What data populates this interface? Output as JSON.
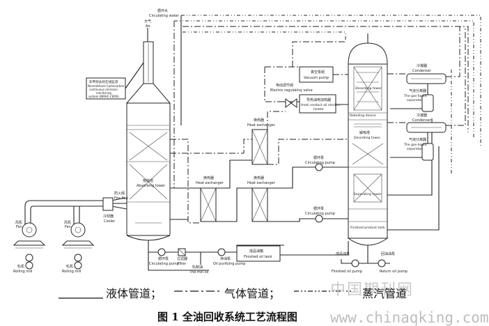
{
  "labels": {
    "circulating_water_cn": "循环水",
    "circulating_water_en": "Circulating water",
    "air_cn": "大气",
    "air_en": "Air",
    "monitor_cn": "非甲烷总烃在线监测",
    "monitor_en1": "Nonmethane hydrocarbon",
    "monitor_en2": "continuous emission",
    "monitor_en3": "monitoring",
    "monitor_en4": "system (NMHC-CEMS)",
    "vacuum_pump_cn": "真空泵组",
    "vacuum_pump_en": "Vacuum pump",
    "reg_valve_cn": "电动调节阀",
    "reg_valve_en": "Electric regulating valve",
    "heater_cn": "导热油电加热器",
    "heater_en1": "Heat conduct oil electric",
    "heater_en2": "heater",
    "desorbing_tower_top_en": "Desorbing tower",
    "hx1_cn": "换热器",
    "hx1_en": "Heat exchanger",
    "hx2_cn": "换热器",
    "hx2_en": "Heat exchanger",
    "hx3_cn": "换热器",
    "hx3_en": "Heat exchanger",
    "circ_pump1_cn": "循环泵",
    "circ_pump1_en": "Circulating pump",
    "circ_pump2_cn": "循环泵",
    "circ_pump2_en": "Circulating pump",
    "circ_pump3_cn": "循环泵",
    "circ_pump3_en": "Circulating pump",
    "absorbing_cn": "吸收塔",
    "absorbing_en": "Absorbing tower",
    "desorbing_mid_cn": "解吸塔",
    "desorbing_mid_en": "Desorbing tower",
    "separating_en": "Separating tower",
    "fire_flap_cn": "防火阀",
    "fire_flap_en": "Fire flap",
    "cooler_cn": "冷却器",
    "cooler_en": "Cooler",
    "fan1_cn": "风机",
    "fan1_en": "Fan",
    "fan2_cn": "风机",
    "fan2_en": "Fan",
    "rolling1_cn": "轧机",
    "rolling1_en": "Rolling mill",
    "rolling2_cn": "轧机",
    "rolling2_en": "Rolling mill",
    "filter_cn": "过滤器",
    "filter_en": "Filter",
    "thin_mill_oil_cn": "轧制油",
    "thin_mill_oil_en": "The mill oil",
    "oil_purifying_pump_cn": "净油泵",
    "oil_purifying_pump_en": "Oil purifying pump",
    "finished_tank_cn": "成品油箱",
    "finished_tank_en": "Finished oil tank",
    "finished_pump_cn": "成品油泵",
    "finished_pump_en": "Finished oil pump",
    "return_pump_cn": "回油油泵",
    "return_pump_en": "Return oil pump",
    "finished_tower_en": "Finished product tank",
    "condenser1_cn": "冷凝器",
    "condenser1_en": "Condenser",
    "condenser2_cn": "冷凝器",
    "condenser2_en": "Condenser",
    "separator1_cn": "气液分离器",
    "separator1_en1": "The gas-liquid",
    "separator1_en2": "separator",
    "separator2_cn": "气液分离器",
    "separator2_en1": "The gas-liquid",
    "separator2_en2": "separator",
    "reboiling_en": "Reboiling device"
  },
  "legend": {
    "liquid": "液体管道；",
    "gas": "气体管道；",
    "steam": "蒸汽管道"
  },
  "caption": "图 1  全油回收系统工艺流程图",
  "watermark": {
    "cn": "中国期刊网",
    "en": "www.chinaqking.com"
  }
}
